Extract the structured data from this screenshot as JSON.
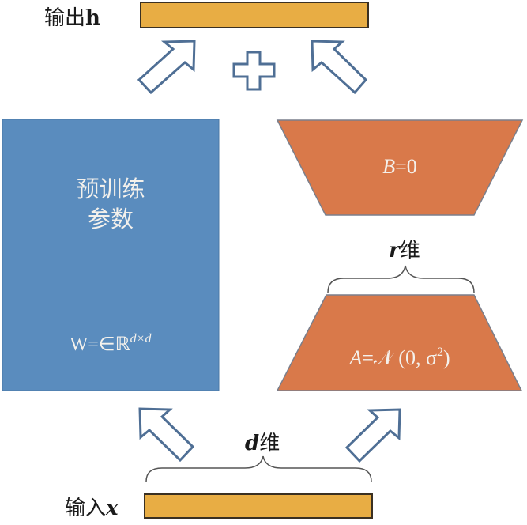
{
  "output": {
    "label_cn": "输出",
    "label_var": "h",
    "bar_color": "#E8AD44"
  },
  "input": {
    "label_cn": "输入",
    "label_var": "x",
    "bar_color": "#E8AD44"
  },
  "pretrained": {
    "title_line1": "预训练",
    "title_line2": "参数",
    "formula_main": "W=∈ℝ",
    "formula_sup": "d×d",
    "color": "#5A8CBE"
  },
  "matrix_b": {
    "var": "B",
    "formula_rest": "=0",
    "color": "#D9794A"
  },
  "matrix_a": {
    "var": "A",
    "formula_mid": "=𝒩 (0, σ",
    "formula_sup": "2",
    "formula_end": ")",
    "color": "#D9794A"
  },
  "dims": {
    "r_var": "r",
    "r_cn": "维",
    "d_var": "d",
    "d_cn": "维"
  },
  "combine_symbol": "plus-icon",
  "arrow_color": "#4F6F95"
}
